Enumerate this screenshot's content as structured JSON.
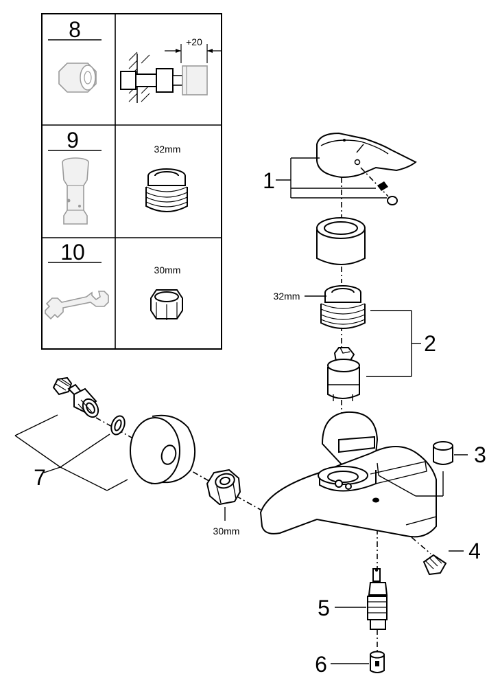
{
  "toolbox": {
    "rows": [
      {
        "number": "8",
        "tool_icon": "extension-adapter-icon",
        "detail_icon": "wall-extension-diagram-icon",
        "detail_label": "+20"
      },
      {
        "number": "9",
        "tool_icon": "cartridge-extension-icon",
        "detail_icon": "threaded-nut-32-icon",
        "detail_label": "32mm"
      },
      {
        "number": "10",
        "tool_icon": "wrench-icon",
        "detail_icon": "hex-nut-30-icon",
        "detail_label": "30mm"
      }
    ]
  },
  "callouts": {
    "p1": "1",
    "p2": "2",
    "p3": "3",
    "p4": "4",
    "p5": "5",
    "p6": "6",
    "p7": "7"
  },
  "dimensions": {
    "cartridge_nut": "32mm",
    "connection_nut": "30mm"
  },
  "colors": {
    "line": "#000000",
    "tool_gray": "#9a9a9a",
    "background": "#ffffff"
  }
}
